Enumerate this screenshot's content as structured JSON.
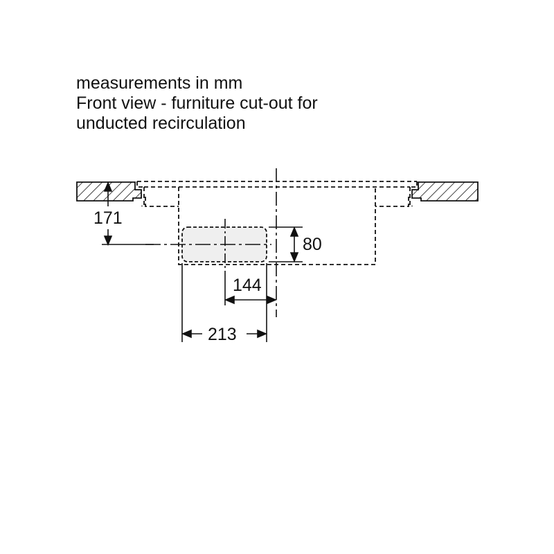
{
  "caption": {
    "line1": "measurements in mm",
    "line2": "Front view - furniture cut-out for",
    "line3": "unducted recirculation"
  },
  "dimensions": {
    "height_from_top": "171",
    "cutout_height": "80",
    "center_offset": "144",
    "cutout_width": "213"
  }
}
